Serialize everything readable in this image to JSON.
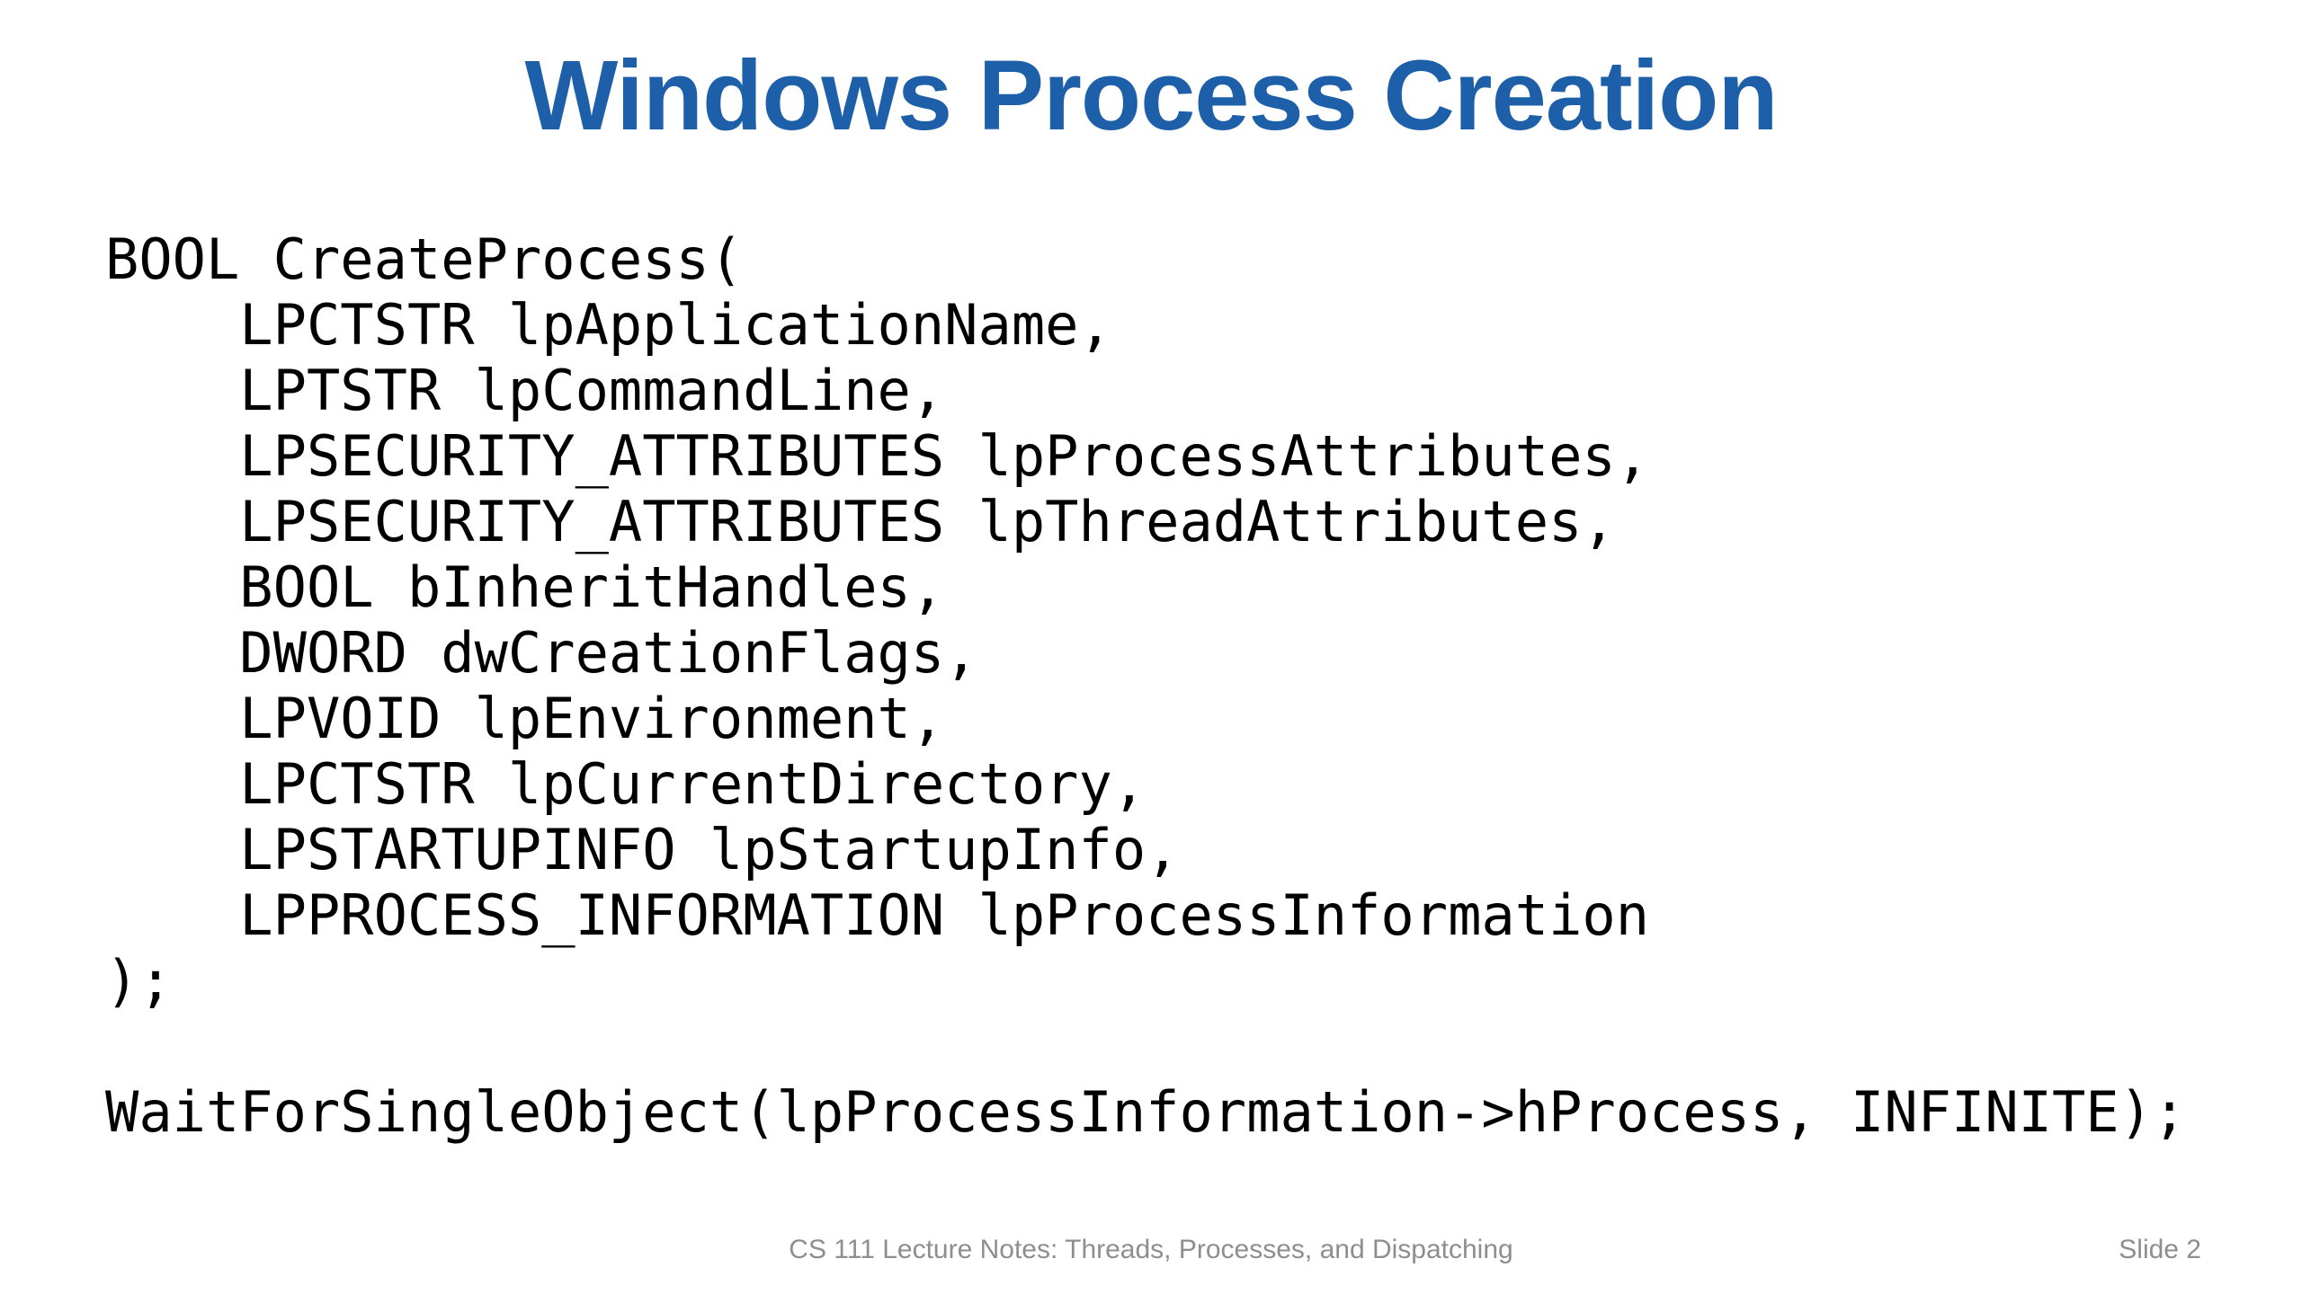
{
  "slide": {
    "title": "Windows Process Creation",
    "code_lines": [
      "BOOL CreateProcess(",
      "    LPCTSTR lpApplicationName,",
      "    LPTSTR lpCommandLine,",
      "    LPSECURITY_ATTRIBUTES lpProcessAttributes,",
      "    LPSECURITY_ATTRIBUTES lpThreadAttributes,",
      "    BOOL bInheritHandles,",
      "    DWORD dwCreationFlags,",
      "    LPVOID lpEnvironment,",
      "    LPCTSTR lpCurrentDirectory,",
      "    LPSTARTUPINFO lpStartupInfo,",
      "    LPPROCESS_INFORMATION lpProcessInformation",
      ");",
      "",
      "WaitForSingleObject(lpProcessInformation->hProcess, INFINITE);"
    ],
    "footer": {
      "course_label": "CS 111 Lecture Notes: Threads, Processes, and Dispatching",
      "page_label": "Slide 2"
    },
    "colors": {
      "title_blue": "#1e5faa",
      "code_black": "#000000",
      "footer_gray": "#8e8e8e",
      "background": "#ffffff"
    }
  }
}
